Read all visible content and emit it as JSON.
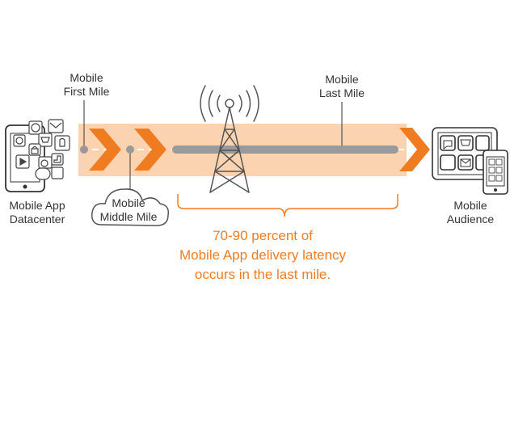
{
  "labels": {
    "first_mile": [
      "Mobile",
      "First Mile"
    ],
    "last_mile": [
      "Mobile",
      "Last Mile"
    ],
    "middle_mile": [
      "Mobile",
      "Middle Mile"
    ],
    "datacenter": [
      "Mobile App",
      "Datacenter"
    ],
    "audience": [
      "Mobile",
      "Audience"
    ]
  },
  "caption": [
    "70-90 percent of",
    "Mobile App delivery latency",
    "occurs in the last mile."
  ],
  "colors": {
    "accent": "#f07c22",
    "band": "#fbd3b0",
    "road": "#9a9a9a",
    "line": "#555555"
  }
}
